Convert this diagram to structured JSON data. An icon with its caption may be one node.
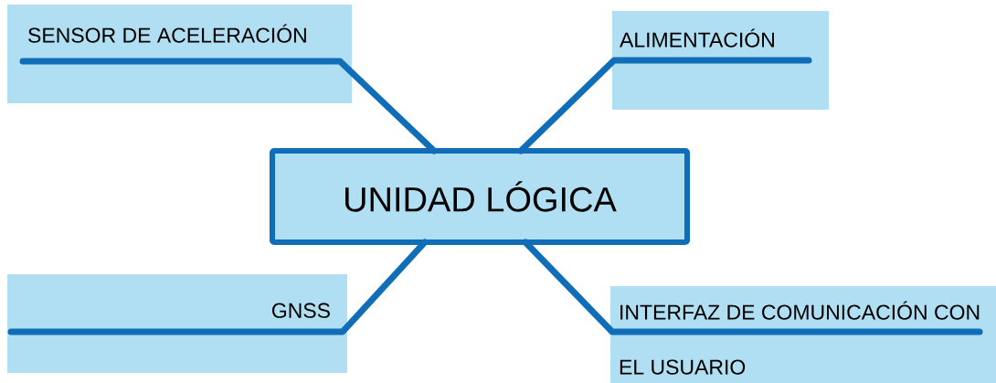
{
  "diagram": {
    "nodes": [
      {
        "text": [
          "UNIDAD LÓGICA"
        ]
      },
      {
        "text": [
          "SENSOR DE ACELERACIÓN"
        ]
      },
      {
        "text": [
          "ALIMENTACIÓN"
        ]
      },
      {
        "text": [
          "GNSS"
        ]
      },
      {
        "text": [
          "INTERFAZ DE COMUNICACIÓN CON EL USUARIO"
        ]
      }
    ],
    "edges": [
      {
        "from": 0,
        "to": 1,
        "arrow": "none"
      },
      {
        "from": 0,
        "to": 2,
        "arrow": "none"
      },
      {
        "from": 0,
        "to": 3,
        "arrow": "none"
      },
      {
        "from": 0,
        "to": 4,
        "arrow": "none"
      }
    ]
  }
}
